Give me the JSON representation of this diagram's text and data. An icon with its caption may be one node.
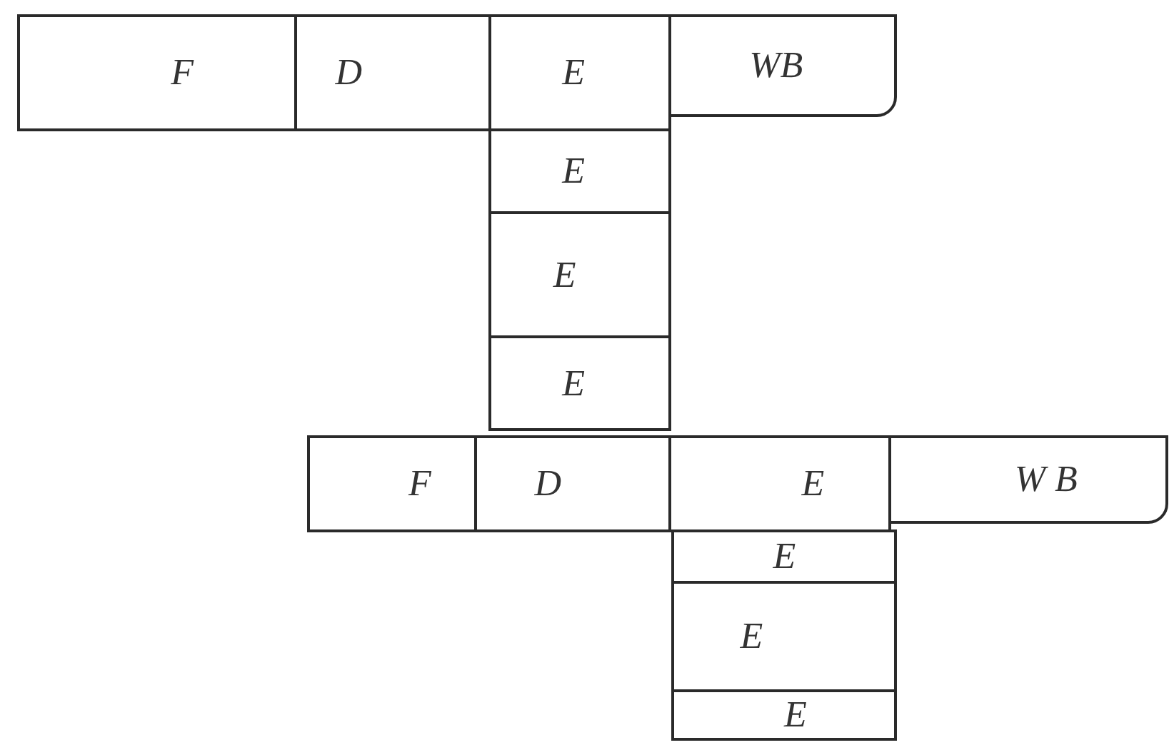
{
  "diagram": {
    "nodes": [
      {
        "text": [
          "F"
        ]
      },
      {
        "text": [
          "D"
        ]
      },
      {
        "text": [
          "E"
        ]
      },
      {
        "text": [
          "WB"
        ]
      },
      {
        "text": [
          "E"
        ]
      },
      {
        "text": [
          "E"
        ]
      },
      {
        "text": [
          "E"
        ]
      },
      {
        "text": [
          "F"
        ]
      },
      {
        "text": [
          "D"
        ]
      },
      {
        "text": [
          "E"
        ]
      },
      {
        "text": [
          "W B"
        ]
      },
      {
        "text": [
          "E"
        ]
      },
      {
        "text": [
          "E"
        ]
      },
      {
        "text": [
          "E"
        ]
      }
    ]
  }
}
